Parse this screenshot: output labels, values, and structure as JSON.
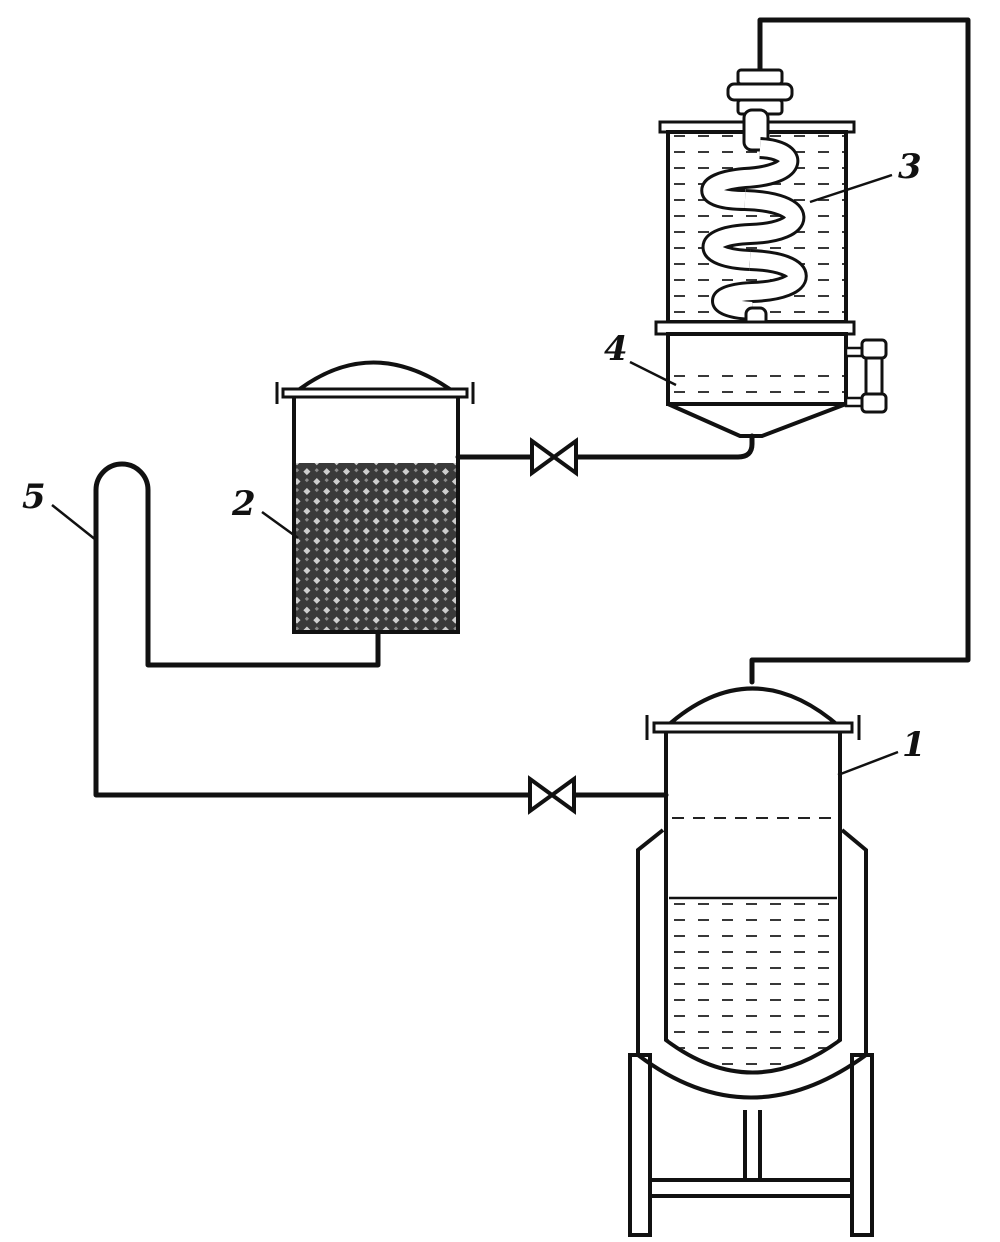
{
  "labels": {
    "reactor": "1",
    "filter_vessel": "2",
    "condenser": "3",
    "receiver": "4",
    "siphon_tube": "5"
  },
  "colors": {
    "ink": "#111111",
    "background": "#ffffff",
    "fill_dark": "#2a2a2a"
  }
}
